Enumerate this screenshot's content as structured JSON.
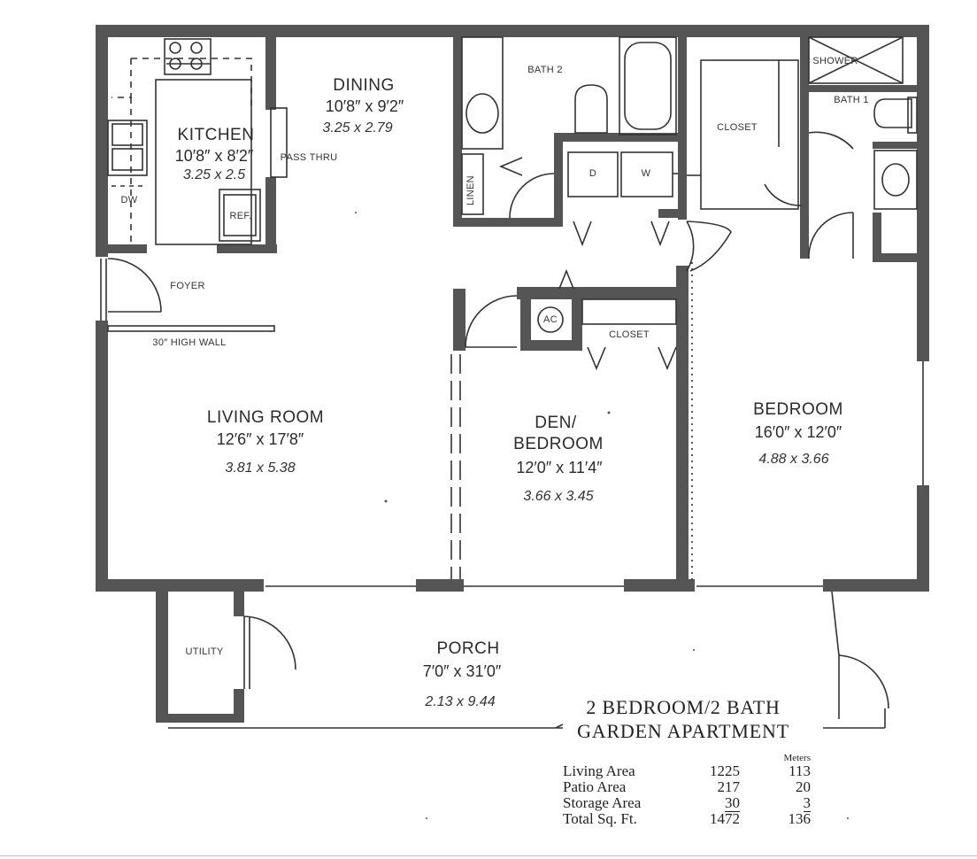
{
  "plan": {
    "rooms": {
      "kitchen": {
        "name": "KITCHEN",
        "dim": "10′8″ x 8′2″",
        "metric": "3.25 x 2.5"
      },
      "dining": {
        "name": "DINING",
        "dim": "10′8″ x 9′2″",
        "metric": "3.25 x 2.79"
      },
      "living": {
        "name": "LIVING ROOM",
        "dim": "12′6″ x 17′8″",
        "metric": "3.81 x 5.38"
      },
      "den_line1": "DEN/",
      "den_line2": "BEDROOM",
      "den_dim": "12′0″ x 11′4″",
      "den_metric": "3.66 x 3.45",
      "bedroom": {
        "name": "BEDROOM",
        "dim": "16′0″ x 12′0″",
        "metric": "4.88 x 3.66"
      },
      "porch": {
        "name": "PORCH",
        "dim": "7′0″ x 31′0″",
        "metric": "2.13 x 9.44"
      }
    },
    "labels": {
      "bath2": "BATH 2",
      "bath1": "BATH 1",
      "shower": "SHOWER",
      "closet1": "CLOSET",
      "closet2": "CLOSET",
      "linen": "LINEN",
      "dryer": "D",
      "washer": "W",
      "dw": "DW",
      "ref": "REF.",
      "pass_thru": "PASS THRU",
      "foyer": "FOYER",
      "high_wall": "30″ HIGH WALL",
      "ac": "AC",
      "utility": "UTILITY"
    },
    "title_line1": "2 BEDROOM/2 BATH",
    "title_line2": "GARDEN APARTMENT"
  },
  "area_table": {
    "unit_header": "Meters",
    "rows": [
      {
        "label": "Living Area",
        "sqft": "1225",
        "meters": "113"
      },
      {
        "label": "Patio Area",
        "sqft": "217",
        "meters": "20"
      },
      {
        "label": "Storage Area",
        "sqft": "30",
        "meters": "3"
      }
    ],
    "total": {
      "label": "Total Sq. Ft.",
      "sqft": "1472",
      "meters": "136"
    }
  },
  "colors": {
    "wall": "#555555",
    "line": "#333333"
  }
}
